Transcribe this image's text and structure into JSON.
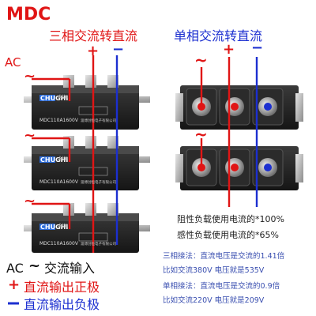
{
  "header": {
    "logo_text": "MDC",
    "title_three_phase": "三相交流转直流",
    "title_single_phase": "单相交流转直流",
    "ac_label": "AC"
  },
  "symbols": {
    "ac": "~",
    "plus": "+",
    "minus": "−"
  },
  "modules": [
    {
      "brand": "CHUGHI",
      "brand_cn": "创恒",
      "model": "MDC110A1600V",
      "maker": "淄博创恒电子有限公司"
    },
    {
      "brand": "CHUGHI",
      "brand_cn": "创恒",
      "model": "MDC110A1600V",
      "maker": "淄博创恒电子有限公司"
    },
    {
      "brand": "CHUGHI",
      "brand_cn": "创恒",
      "model": "MDC110A1600V",
      "maker": "淄博创恒电子有限公司"
    }
  ],
  "notes": {
    "resistive": "阻性负载使用电流的*100%",
    "inductive": "感性负载使用电流的*65%"
  },
  "info": {
    "line1": "三相接法：直流电压是交流的1.41倍",
    "line2": "比如交流380V 电压就是535V",
    "line3": "单相接法：直流电压是交流的0.9倍",
    "line4": "比如交流220V 电压就是209V"
  },
  "legend": {
    "ac_prefix": "AC",
    "ac_text": "交流输入",
    "plus_text": "直流输出正极",
    "minus_text": "直流输出负极"
  },
  "colors": {
    "red": "#e01515",
    "blue": "#1c2fd0"
  }
}
